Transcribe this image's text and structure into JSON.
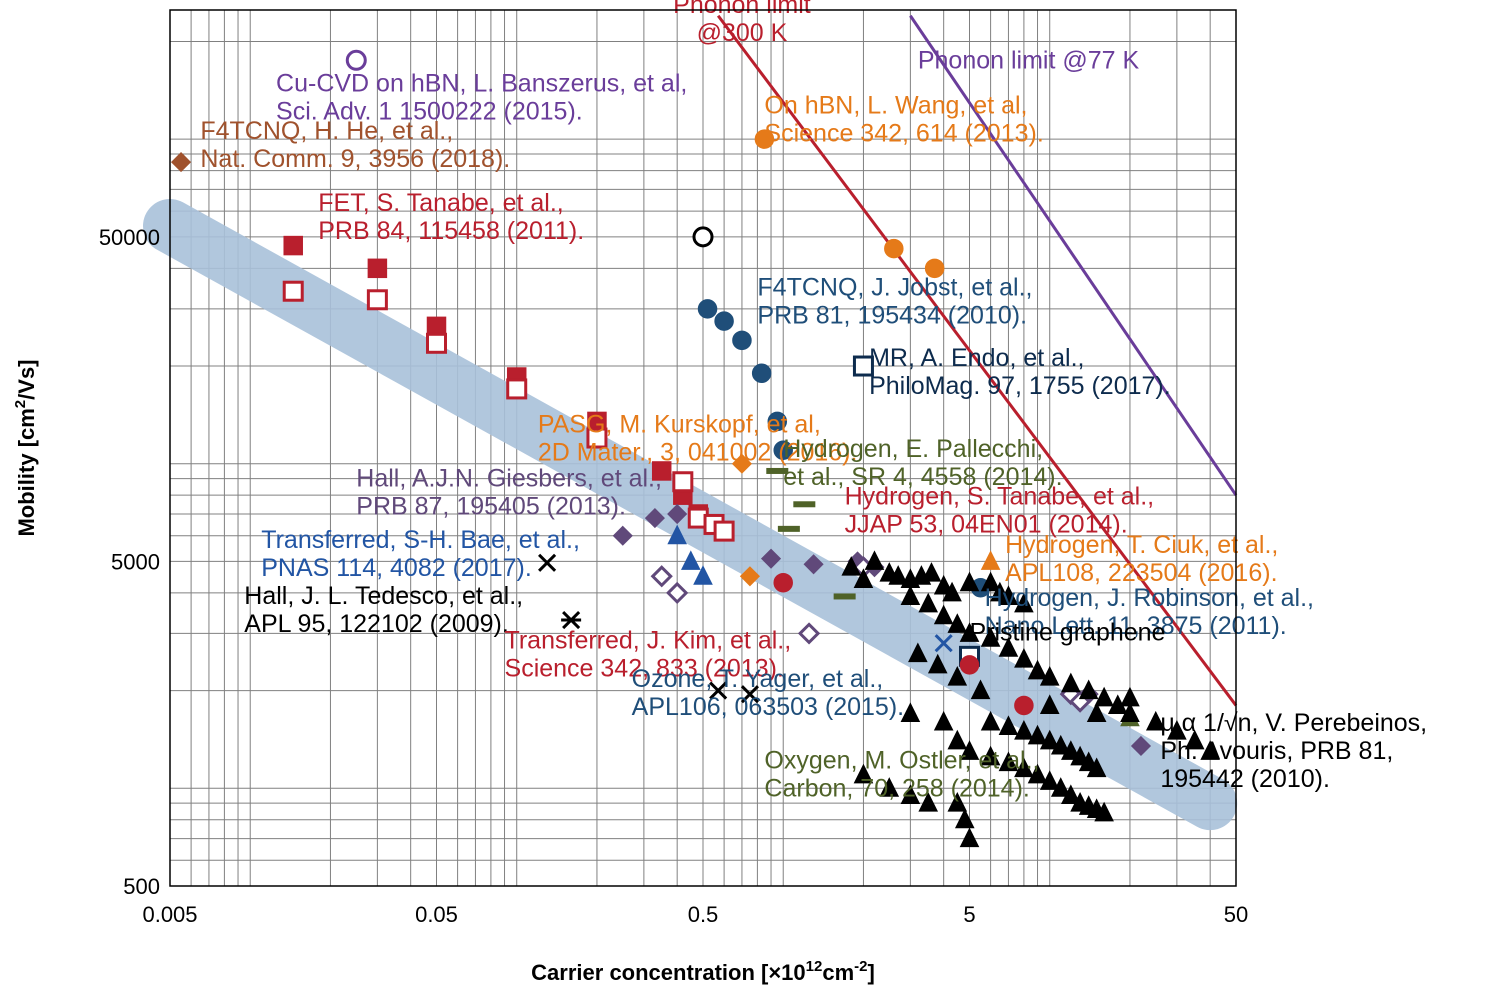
{
  "chart_data": {
    "type": "scatter",
    "title": "",
    "xlabel": "Carrier concentration [×10",
    "xlabel_sup": "12",
    "xlabel_unit": "cm",
    "xlabel_unit_sup": "-2",
    "xlabel_end": "]",
    "ylabel": "Mobility [cm",
    "ylabel_sup": "2",
    "ylabel_end": "/Vs]",
    "xscale": "log",
    "yscale": "log",
    "xlim": [
      0.005,
      50
    ],
    "ylim": [
      500,
      250000
    ],
    "grid": true,
    "legend": "none",
    "x_ticks": [
      {
        "v": 0.005,
        "label": "0.005"
      },
      {
        "v": 0.05,
        "label": "0.05"
      },
      {
        "v": 0.5,
        "label": "0.5"
      },
      {
        "v": 5,
        "label": "5"
      },
      {
        "v": 50,
        "label": "50"
      }
    ],
    "y_ticks": [
      {
        "v": 500,
        "label": "500"
      },
      {
        "v": 5000,
        "label": "5000"
      },
      {
        "v": 50000,
        "label": "50000"
      }
    ],
    "colors": {
      "red": "#b91f2d",
      "orange": "#e57a19",
      "purple": "#6a3d9a",
      "brown": "#a0522d",
      "navy": "#1f4e79",
      "blue": "#2255a4",
      "green": "#4f6228",
      "violet": "#60497a",
      "black": "#000000",
      "band": "#a9c1da",
      "grid": "#808080"
    },
    "lines": [
      {
        "name": "phonon-300K",
        "color": "#b91f2d",
        "points": [
          [
            0.57,
            240000
          ],
          [
            50,
            1800
          ]
        ]
      },
      {
        "name": "phonon-77K",
        "color": "#6a3d9a",
        "points": [
          [
            3.0,
            240000
          ],
          [
            50,
            8000
          ]
        ]
      }
    ],
    "band": {
      "color": "#a9c1da",
      "points": [
        [
          0.005,
          54000
        ],
        [
          40,
          900
        ]
      ]
    },
    "series": [
      {
        "name": "FET, S. Tanabe (filled)",
        "marker": "square",
        "fill": "#b91f2d",
        "stroke": "#b91f2d",
        "points": [
          [
            0.0145,
            47000
          ],
          [
            0.03,
            40000
          ],
          [
            0.05,
            26500
          ],
          [
            0.1,
            18500
          ],
          [
            0.2,
            13500
          ],
          [
            0.35,
            9500
          ],
          [
            0.42,
            8000
          ],
          [
            0.48,
            7000
          ],
          [
            0.55,
            6500
          ]
        ]
      },
      {
        "name": "FET, S. Tanabe (open)",
        "marker": "square",
        "fill": "#ffffff",
        "stroke": "#b91f2d",
        "points": [
          [
            0.0145,
            34000
          ],
          [
            0.03,
            32000
          ],
          [
            0.05,
            23500
          ],
          [
            0.1,
            17000
          ],
          [
            0.2,
            12000
          ],
          [
            0.42,
            8800
          ],
          [
            0.48,
            6800
          ],
          [
            0.55,
            6500
          ],
          [
            0.6,
            6200
          ]
        ]
      },
      {
        "name": "Cu-CVD on hBN",
        "marker": "circle",
        "fill": "#ffffff",
        "stroke": "#6a3d9a",
        "points": [
          [
            0.025,
            175000
          ]
        ]
      },
      {
        "name": "Open black circle",
        "marker": "circle",
        "fill": "#ffffff",
        "stroke": "#000000",
        "points": [
          [
            0.5,
            50000
          ]
        ]
      },
      {
        "name": "F4TCNQ, H. He",
        "marker": "diamond",
        "fill": "#a0522d",
        "stroke": "#a0522d",
        "points": [
          [
            0.0055,
            85000
          ]
        ]
      },
      {
        "name": "On hBN, L. Wang",
        "marker": "circle",
        "fill": "#e57a19",
        "stroke": "#e57a19",
        "points": [
          [
            0.85,
            100000
          ],
          [
            2.6,
            46000
          ],
          [
            3.7,
            40000
          ]
        ]
      },
      {
        "name": "F4TCNQ, J. Jobst",
        "marker": "circle",
        "fill": "#1f4e79",
        "stroke": "#1f4e79",
        "points": [
          [
            0.52,
            30000
          ],
          [
            0.6,
            27500
          ],
          [
            0.7,
            24000
          ],
          [
            0.83,
            19000
          ],
          [
            0.95,
            13500
          ],
          [
            1.0,
            11000
          ],
          [
            5.5,
            4150
          ]
        ]
      },
      {
        "name": "MR, A. Endo",
        "marker": "square",
        "fill": "#ffffff",
        "stroke": "#0d2b4d",
        "points": [
          [
            2.0,
            20000
          ],
          [
            5.0,
            2550
          ]
        ]
      },
      {
        "name": "PASG, M. Kurskopf",
        "marker": "diamond",
        "fill": "#e57a19",
        "stroke": "#e57a19",
        "points": [
          [
            0.7,
            10000
          ],
          [
            0.75,
            4500
          ]
        ]
      },
      {
        "name": "Hydrogen, E. Pallecchi",
        "marker": "dash",
        "fill": "#4f6228",
        "stroke": "#4f6228",
        "points": [
          [
            0.95,
            9500
          ],
          [
            1.2,
            7500
          ],
          [
            1.05,
            6300
          ],
          [
            1.7,
            3900
          ]
        ]
      },
      {
        "name": "Hydrogen, S. Tanabe",
        "marker": "circle",
        "fill": "#b91f2d",
        "stroke": "#b91f2d",
        "points": [
          [
            1.0,
            4300
          ],
          [
            5.0,
            2400
          ],
          [
            8.0,
            1800
          ]
        ]
      },
      {
        "name": "Hall, A.J.N. Giesbers (filled)",
        "marker": "diamond",
        "fill": "#60497a",
        "stroke": "#60497a",
        "points": [
          [
            0.25,
            6000
          ],
          [
            0.33,
            6800
          ],
          [
            0.4,
            7000
          ],
          [
            0.9,
            5100
          ],
          [
            1.3,
            4900
          ],
          [
            1.9,
            5000
          ],
          [
            2.2,
            4800
          ],
          [
            14.0,
            1950
          ],
          [
            22.0,
            1350
          ]
        ]
      },
      {
        "name": "Hall, A.J.N. Giesbers (open)",
        "marker": "diamond",
        "fill": "#ffffff",
        "stroke": "#60497a",
        "points": [
          [
            0.35,
            4500
          ],
          [
            0.4,
            4000
          ],
          [
            1.25,
            3000
          ],
          [
            2.0,
            4800
          ],
          [
            12.0,
            1950
          ],
          [
            13.0,
            1850
          ]
        ]
      },
      {
        "name": "Transferred, S-H. Bae",
        "marker": "triangle",
        "fill": "#2255a4",
        "stroke": "#2255a4",
        "points": [
          [
            0.4,
            6000
          ],
          [
            0.45,
            5000
          ],
          [
            0.5,
            4500
          ]
        ]
      },
      {
        "name": "Hydrogen, T. Ciuk",
        "marker": "triangle",
        "fill": "#e57a19",
        "stroke": "#e57a19",
        "points": [
          [
            6.0,
            5000
          ]
        ]
      },
      {
        "name": "Oxygen, M. Ostler",
        "marker": "triangle",
        "fill": "#4f6228",
        "stroke": "#4f6228",
        "points": [
          [
            20.0,
            1650
          ]
        ]
      },
      {
        "name": "Hall, J. L. Tedesco",
        "marker": "asterisk",
        "fill": "#000000",
        "stroke": "#000000",
        "points": [
          [
            0.16,
            3300
          ]
        ]
      },
      {
        "name": "Black crosses",
        "marker": "cross",
        "fill": "#000000",
        "stroke": "#000000",
        "points": [
          [
            0.57,
            2000
          ],
          [
            0.75,
            1950
          ],
          [
            0.13,
            4950
          ]
        ]
      },
      {
        "name": "Ozone, T. Yager",
        "marker": "cross",
        "fill": "#2255a4",
        "stroke": "#2255a4",
        "points": [
          [
            4.0,
            2800
          ]
        ]
      },
      {
        "name": "Pristine graphene",
        "marker": "triangle",
        "fill": "#000000",
        "stroke": "#000000",
        "points": [
          [
            1.8,
            4800
          ],
          [
            2.0,
            4400
          ],
          [
            2.2,
            5000
          ],
          [
            2.5,
            4600
          ],
          [
            2.7,
            4500
          ],
          [
            3.0,
            4400
          ],
          [
            3.3,
            4500
          ],
          [
            3.6,
            4600
          ],
          [
            4.0,
            4200
          ],
          [
            4.3,
            4000
          ],
          [
            5.0,
            4300
          ],
          [
            6.0,
            4300
          ],
          [
            6.5,
            4000
          ],
          [
            7.0,
            3900
          ],
          [
            8.0,
            3700
          ],
          [
            3.0,
            3900
          ],
          [
            3.5,
            3700
          ],
          [
            4.0,
            3400
          ],
          [
            4.5,
            3200
          ],
          [
            5.0,
            3000
          ],
          [
            6.0,
            2900
          ],
          [
            7.0,
            2700
          ],
          [
            8.0,
            2500
          ],
          [
            9.0,
            2300
          ],
          [
            10.0,
            2200
          ],
          [
            12.0,
            2100
          ],
          [
            14.0,
            2000
          ],
          [
            16.0,
            1900
          ],
          [
            18.0,
            1800
          ],
          [
            20.0,
            1700
          ],
          [
            25.0,
            1600
          ],
          [
            30.0,
            1500
          ],
          [
            35.0,
            1400
          ],
          [
            40.0,
            1300
          ],
          [
            10.0,
            1800
          ],
          [
            15.0,
            1700
          ],
          [
            20.0,
            1900
          ],
          [
            6.0,
            1600
          ],
          [
            7.0,
            1550
          ],
          [
            8.0,
            1500
          ],
          [
            9.0,
            1450
          ],
          [
            10.0,
            1400
          ],
          [
            11.0,
            1350
          ],
          [
            12.0,
            1300
          ],
          [
            13.0,
            1250
          ],
          [
            14.0,
            1200
          ],
          [
            15.0,
            1150
          ],
          [
            3.2,
            2600
          ],
          [
            3.8,
            2400
          ],
          [
            4.5,
            2200
          ],
          [
            5.5,
            2000
          ],
          [
            3.0,
            1700
          ],
          [
            4.0,
            1600
          ],
          [
            4.5,
            1400
          ],
          [
            5.0,
            1300
          ],
          [
            6.0,
            1250
          ],
          [
            7.0,
            1200
          ],
          [
            8.0,
            1150
          ],
          [
            9.0,
            1100
          ],
          [
            10.0,
            1050
          ],
          [
            11.0,
            1000
          ],
          [
            12.0,
            950
          ],
          [
            13.0,
            900
          ],
          [
            14.0,
            880
          ],
          [
            15.0,
            860
          ],
          [
            16.0,
            840
          ],
          [
            4.5,
            900
          ],
          [
            4.8,
            800
          ],
          [
            5.0,
            700
          ],
          [
            2.0,
            1100
          ],
          [
            2.5,
            1000
          ],
          [
            3.0,
            950
          ],
          [
            3.5,
            900
          ]
        ]
      }
    ],
    "annotations": [
      {
        "lines": [
          "Phonon limit",
          "@300 K"
        ],
        "color": "#b91f2d",
        "anchor": "middle",
        "at": [
          0.7,
          245000
        ]
      },
      {
        "lines": [
          "Phonon limit @77 K"
        ],
        "color": "#6a3d9a",
        "anchor": "start",
        "at": [
          3.2,
          165000
        ]
      },
      {
        "lines": [
          "Cu-CVD on hBN, L. Banszerus, et al,",
          "Sci. Adv. 1 1500222 (2015)."
        ],
        "color": "#6a3d9a",
        "anchor": "start",
        "at": [
          0.0125,
          140000
        ]
      },
      {
        "lines": [
          "F4TCNQ, H. He, et al.,",
          "Nat. Comm. 9, 3956 (2018)."
        ],
        "color": "#a0522d",
        "anchor": "start",
        "at": [
          0.0065,
          100000
        ]
      },
      {
        "lines": [
          "FET, S. Tanabe, et al.,",
          "PRB 84, 115458 (2011)."
        ],
        "color": "#b91f2d",
        "anchor": "start",
        "at": [
          0.018,
          60000
        ]
      },
      {
        "lines": [
          "On hBN, L. Wang, et al,",
          "Science 342, 614 (2013)."
        ],
        "color": "#e57a19",
        "anchor": "start",
        "at": [
          0.85,
          120000
        ]
      },
      {
        "lines": [
          "F4TCNQ, J. Jobst, et al.,",
          "PRB 81, 195434 (2010)."
        ],
        "color": "#1f4e79",
        "anchor": "start",
        "at": [
          0.8,
          33000
        ]
      },
      {
        "lines": [
          "MR, A. Endo, et al.,",
          "PhiloMag. 97, 1755 (2017)."
        ],
        "color": "#0d2b4d",
        "anchor": "start",
        "at": [
          2.1,
          20000
        ]
      },
      {
        "lines": [
          "PASG, M. Kurskopf, et al,",
          "2D Mater., 3, 041002 (2016)."
        ],
        "color": "#e57a19",
        "anchor": "start",
        "at": [
          0.12,
          12500
        ]
      },
      {
        "lines": [
          "Hydrogen, E. Pallecchi,",
          "et al., SR 4, 4558 (2014)."
        ],
        "color": "#4f6228",
        "anchor": "start",
        "at": [
          1.0,
          10500
        ]
      },
      {
        "lines": [
          "Hall, A.J.N. Giesbers, et al.,",
          "PRB 87, 195405 (2013)."
        ],
        "color": "#60497a",
        "anchor": "start",
        "at": [
          0.025,
          8500
        ]
      },
      {
        "lines": [
          "Hydrogen, S. Tanabe, et al.,",
          "JJAP 53, 04EN01 (2014)."
        ],
        "color": "#b91f2d",
        "anchor": "start",
        "at": [
          1.7,
          7500
        ]
      },
      {
        "lines": [
          "Transferred, S-H. Bae, et al.,",
          "PNAS 114, 4082 (2017)."
        ],
        "color": "#2255a4",
        "anchor": "start",
        "at": [
          0.011,
          5500
        ]
      },
      {
        "lines": [
          "Hydrogen, T. Ciuk, et al.,",
          "APL108, 223504 (2016)."
        ],
        "color": "#e57a19",
        "anchor": "start",
        "at": [
          6.8,
          5300
        ]
      },
      {
        "lines": [
          "Hall, J. L. Tedesco, et al.,",
          "APL 95, 122102 (2009)."
        ],
        "color": "#000000",
        "anchor": "start",
        "at": [
          0.0095,
          3700
        ]
      },
      {
        "lines": [
          "Hydrogen, J. Robinson, et al.,",
          "Nano Lett. 11, 3875 (2011)."
        ],
        "color": "#1f4e79",
        "anchor": "start",
        "at": [
          5.7,
          3650
        ]
      },
      {
        "lines": [
          "Transferred, J. Kim, et al.,",
          "Science 342, 833 (2013)."
        ],
        "color": "#b91f2d",
        "anchor": "start",
        "at": [
          0.09,
          2700
        ]
      },
      {
        "lines": [
          "Pristine graphene"
        ],
        "color": "#000000",
        "anchor": "start",
        "at": [
          5.0,
          2850
        ]
      },
      {
        "lines": [
          "Ozone, T. Yager, et al.,",
          "APL106, 063503 (2015)."
        ],
        "color": "#1f4e79",
        "anchor": "start",
        "at": [
          0.27,
          2050
        ]
      },
      {
        "lines": [
          "μ α 1/√n, V. Perebeinos,",
          "Ph. Avouris, PRB 81,",
          "195442 (2010)."
        ],
        "color": "#000000",
        "anchor": "start",
        "at": [
          26.0,
          1500
        ]
      },
      {
        "lines": [
          "Oxygen, M. Ostler, et al.,",
          "Carbon, 70, 258 (2014)."
        ],
        "color": "#4f6228",
        "anchor": "start",
        "at": [
          0.85,
          1150
        ]
      }
    ]
  }
}
